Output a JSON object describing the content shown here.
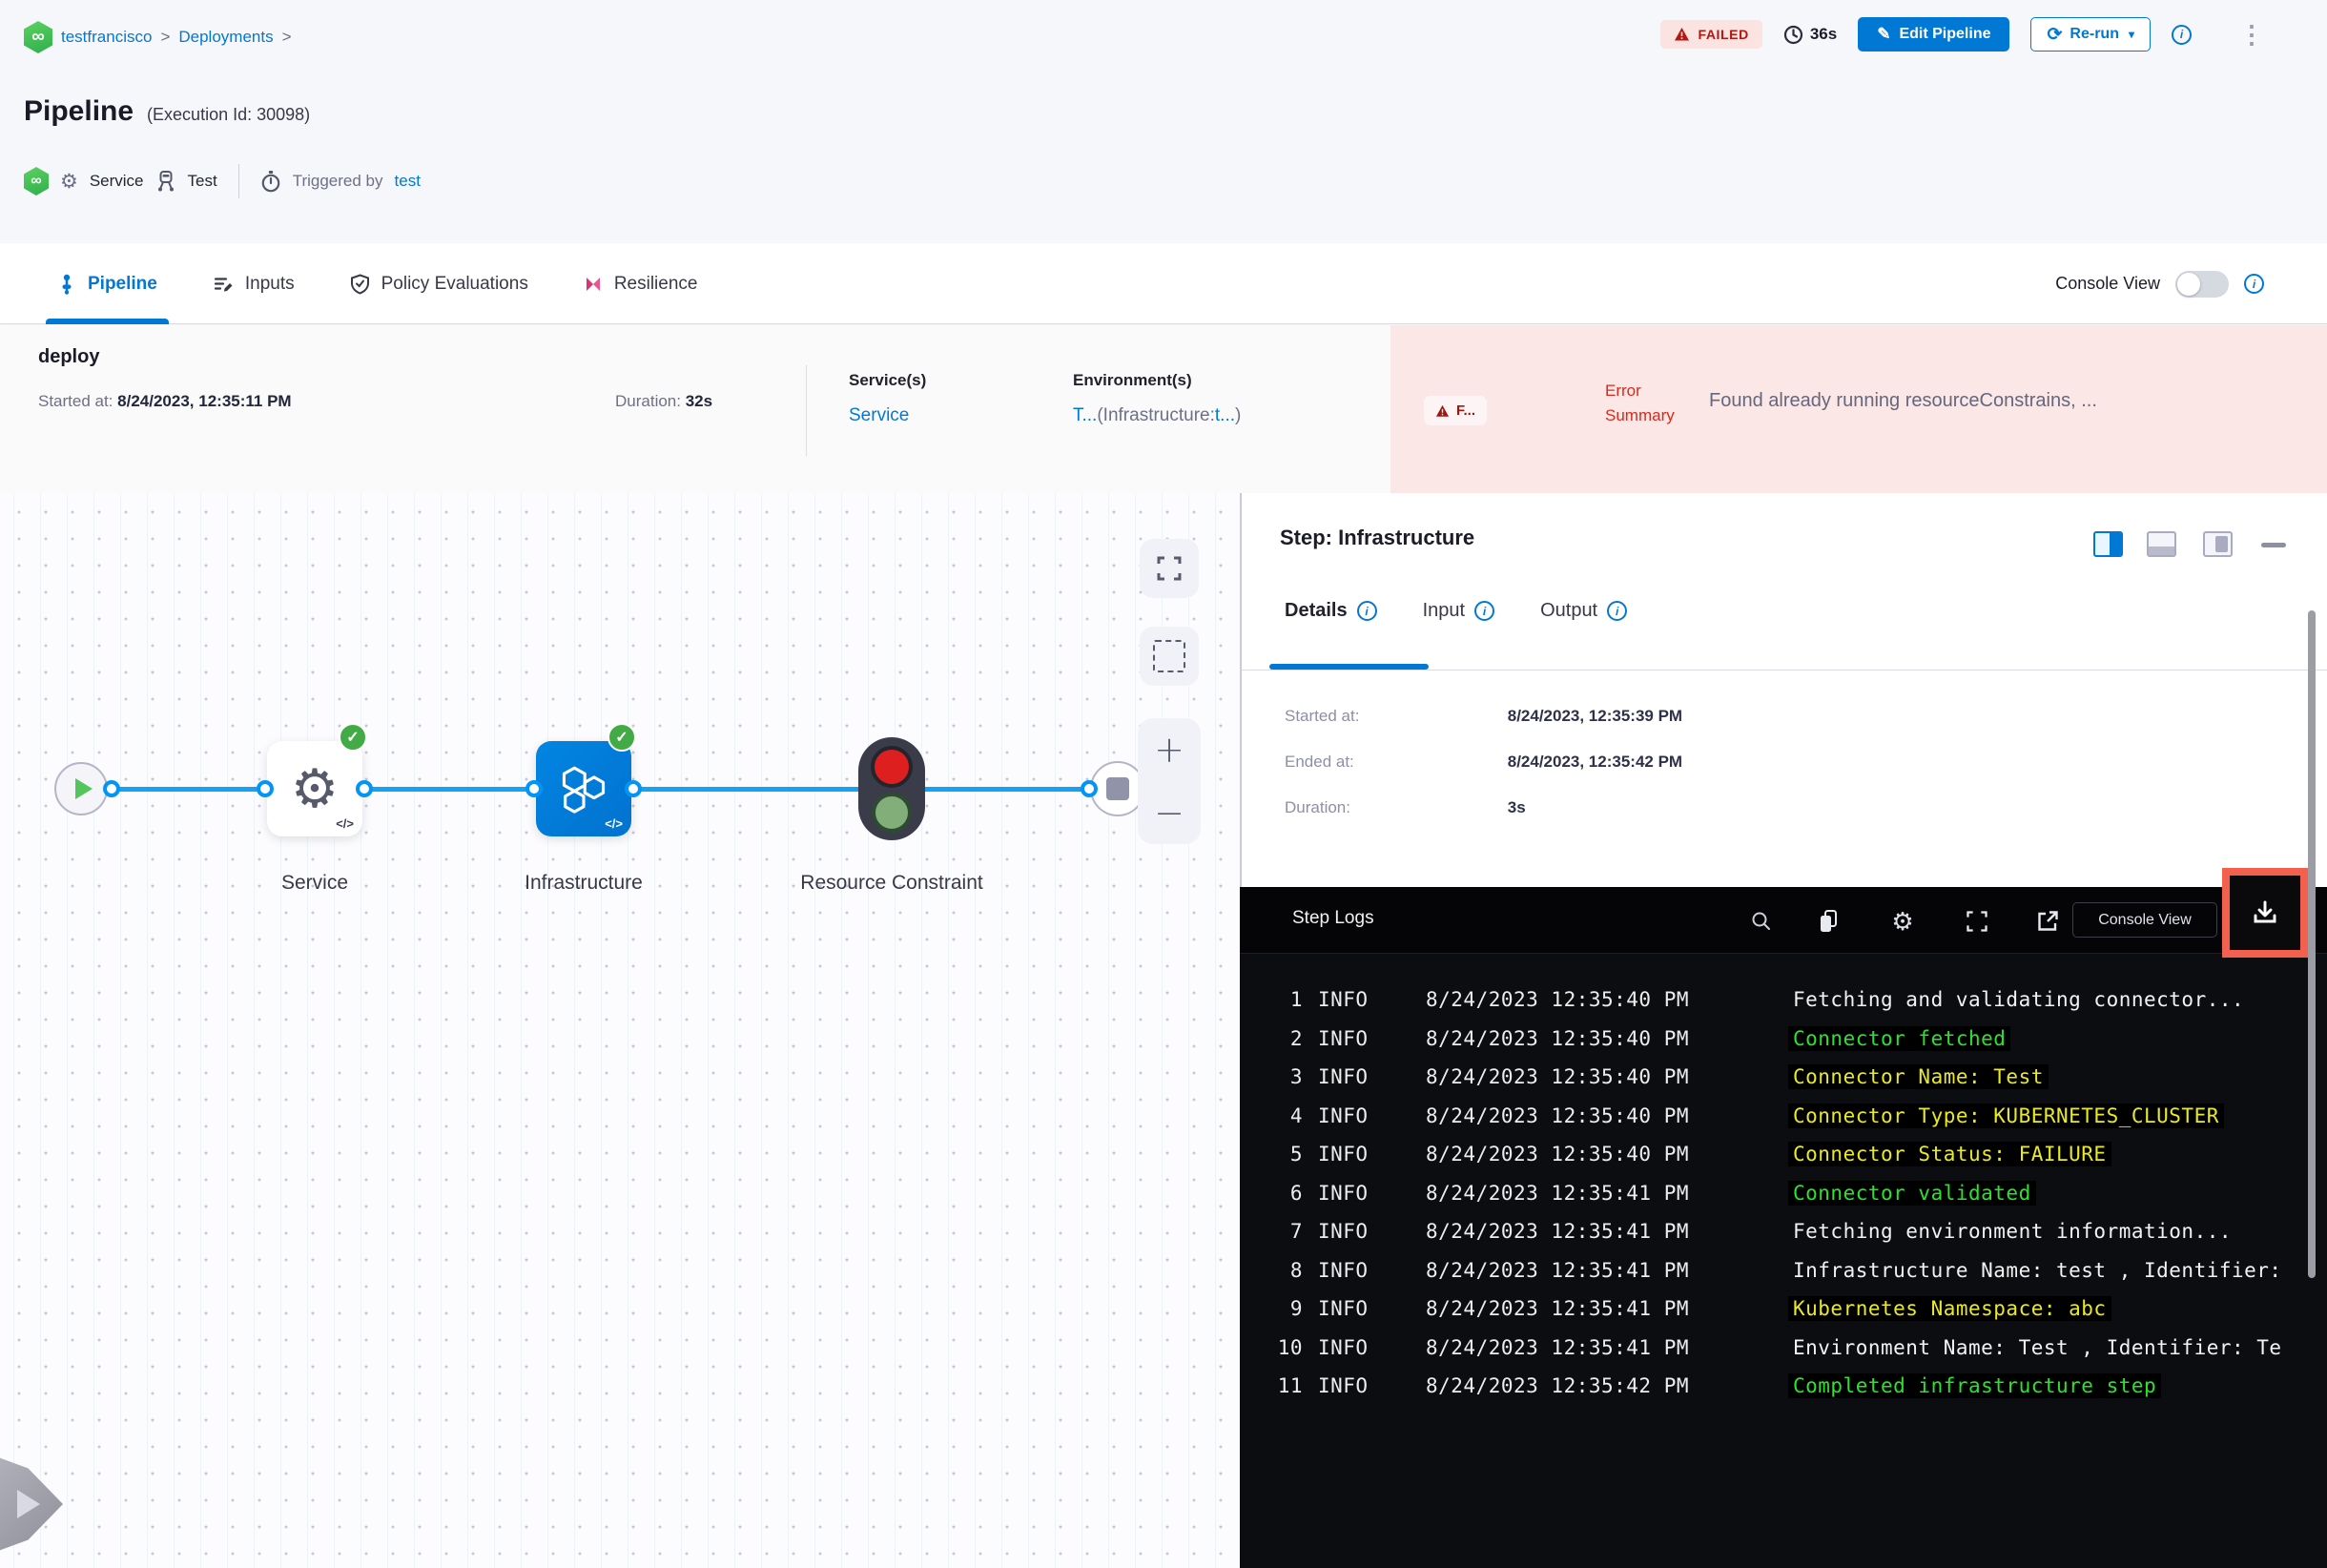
{
  "header": {
    "org": "testfrancisco",
    "section": "Deployments",
    "title": "Pipeline",
    "execution_id": "(Execution Id: 30098)",
    "status": "FAILED",
    "elapsed": "36s",
    "edit_pipeline": "Edit Pipeline",
    "rerun": "Re-run",
    "service": "Service",
    "environment": "Test",
    "triggered_by": "Triggered by",
    "trigger_user": "test"
  },
  "tabs": {
    "pipeline": "Pipeline",
    "inputs": "Inputs",
    "policy": "Policy Evaluations",
    "resilience": "Resilience",
    "console_view": "Console View"
  },
  "summary": {
    "stage": "deploy",
    "started_label": "Started at:",
    "started": "8/24/2023, 12:35:11 PM",
    "duration_label": "Duration:",
    "duration": "32s",
    "services_label": "Service(s)",
    "services_value": "Service",
    "environments_label": "Environment(s)",
    "env_t": "T...",
    "env_infra": "(Infrastructure:",
    "env_t2": "t...",
    "env_close": ")",
    "failed_short": "F...",
    "error_label": "Error Summary",
    "error_message": "Found already running resourceConstrains, ..."
  },
  "graph": {
    "node1": "Service",
    "node2": "Infrastructure",
    "node3": "Resource Constraint"
  },
  "panel": {
    "title": "Step: Infrastructure",
    "tab_details": "Details",
    "tab_input": "Input",
    "tab_output": "Output",
    "fields": [
      {
        "label": "Started at:",
        "value": "8/24/2023, 12:35:39 PM"
      },
      {
        "label": "Ended at:",
        "value": "8/24/2023, 12:35:42 PM"
      },
      {
        "label": "Duration:",
        "value": "3s"
      }
    ]
  },
  "logs": {
    "title": "Step Logs",
    "console_view": "Console View",
    "rows": [
      {
        "num": "1",
        "level": "INFO",
        "time": "8/24/2023 12:35:40 PM",
        "msg": "Fetching and validating connector..."
      },
      {
        "num": "2",
        "level": "INFO",
        "time": "8/24/2023 12:35:40 PM",
        "msg": "Connector fetched"
      },
      {
        "num": "3",
        "level": "INFO",
        "time": "8/24/2023 12:35:40 PM",
        "msg": "Connector Name: Test"
      },
      {
        "num": "4",
        "level": "INFO",
        "time": "8/24/2023 12:35:40 PM",
        "msg": "Connector Type: KUBERNETES_CLUSTER"
      },
      {
        "num": "5",
        "level": "INFO",
        "time": "8/24/2023 12:35:40 PM",
        "msg": "Connector Status: FAILURE"
      },
      {
        "num": "6",
        "level": "INFO",
        "time": "8/24/2023 12:35:41 PM",
        "msg": "Connector validated"
      },
      {
        "num": "7",
        "level": "INFO",
        "time": "8/24/2023 12:35:41 PM",
        "msg": "Fetching environment information..."
      },
      {
        "num": "8",
        "level": "INFO",
        "time": "8/24/2023 12:35:41 PM",
        "msg": "Infrastructure Name: test , Identifier:"
      },
      {
        "num": "9",
        "level": "INFO",
        "time": "8/24/2023 12:35:41 PM",
        "msg": "Kubernetes Namespace: abc"
      },
      {
        "num": "10",
        "level": "INFO",
        "time": "8/24/2023 12:35:41 PM",
        "msg": "Environment Name: Test , Identifier: Te"
      },
      {
        "num": "11",
        "level": "INFO",
        "time": "8/24/2023 12:35:42 PM",
        "msg": "Completed infrastructure step"
      }
    ]
  },
  "icons": {
    "infinity": "∞",
    "chevron": ">",
    "gear": "⚙",
    "pencil": "✎",
    "refresh": "⟳",
    "caret": "▾",
    "kebab": "⋮",
    "info_i": "i",
    "check": "✓",
    "plus": "+",
    "minus": "−",
    "code": "</>"
  },
  "colors": {
    "accent_blue": "#0278d5",
    "failed_red": "#b41710",
    "error_red": "#da291d",
    "error_bg": "#fbe7e5",
    "success_green": "#42ab45",
    "node_blue": "#0278d5",
    "log_green": "#2be32b",
    "log_yellow": "#e9e926",
    "highlight_red": "#f4604e"
  }
}
